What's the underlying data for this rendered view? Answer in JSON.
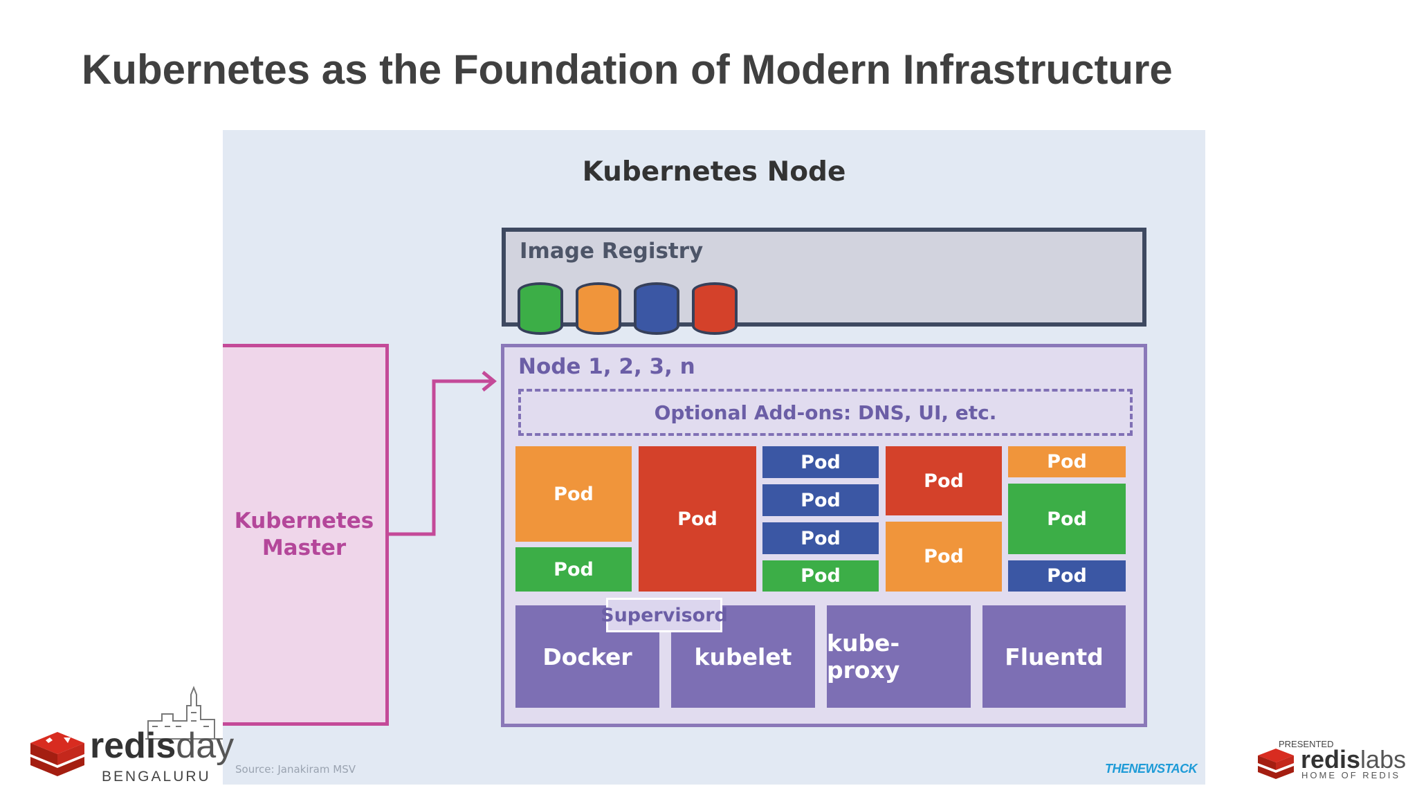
{
  "slide": {
    "title": "Kubernetes as the Foundation of Modern Infrastructure"
  },
  "diagram": {
    "heading": "Kubernetes Node",
    "registry": {
      "label": "Image Registry",
      "images": [
        {
          "name": "image-green",
          "color": "#3cae47"
        },
        {
          "name": "image-orange",
          "color": "#f0953b"
        },
        {
          "name": "image-blue",
          "color": "#3b57a4"
        },
        {
          "name": "image-red",
          "color": "#d4412a"
        }
      ]
    },
    "node": {
      "label": "Node 1, 2, 3, n",
      "addons": "Optional Add-ons: DNS, UI, etc.",
      "pod_label": "Pod",
      "services": {
        "docker": "Docker",
        "kubelet": "kubelet",
        "kube_proxy": "kube-proxy",
        "fluentd": "Fluentd"
      },
      "supervisord": "Supervisord"
    },
    "master": {
      "line1": "Kubernetes",
      "line2": "Master"
    },
    "colors": {
      "green": "#3cae47",
      "orange": "#f0953b",
      "blue": "#3b57a4",
      "red": "#d4412a",
      "purple": "#7d6fb4",
      "magenta": "#c44a98"
    },
    "source": "Source: Janakiram MSV",
    "credit": "THENEWSTACK"
  },
  "branding": {
    "left": {
      "word1": "redis",
      "word2": "day",
      "city": "BENGALURU"
    },
    "right": {
      "presented": "PRESENTED",
      "word1": "redis",
      "word2": "labs",
      "tagline": "HOME OF REDIS"
    }
  }
}
